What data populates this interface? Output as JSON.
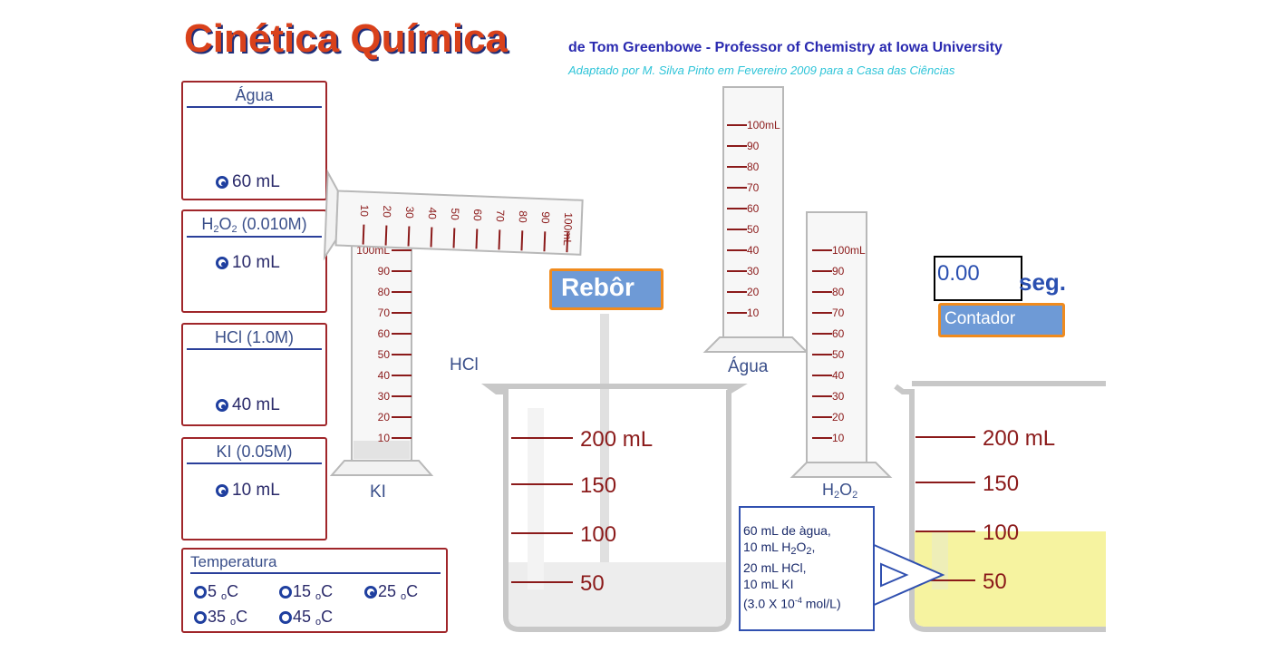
{
  "header": {
    "title": "Cinética Química",
    "author": "de Tom Greenbowe - Professor of Chemistry at Iowa University",
    "adapted": "Adaptado por M. Silva Pinto em Fevereiro 2009 para a Casa das Ciências"
  },
  "panels": {
    "agua": {
      "title": "Água",
      "option": "60 mL"
    },
    "h2o2": {
      "title_pre": "H",
      "title_sub1": "2",
      "title_mid": "O",
      "title_sub2": "2",
      "title_post": " (0.010M)",
      "option": "10 mL"
    },
    "hcl": {
      "title": "HCl (1.0M)",
      "option": "40 mL"
    },
    "ki": {
      "title": "KI (0.05M)",
      "option": "10 mL"
    },
    "temperatura": {
      "title": "Temperatura",
      "unit_o": "o",
      "unit_c": "C",
      "options": [
        "5",
        "15",
        "25",
        "35",
        "45"
      ],
      "selected": "25"
    }
  },
  "buttons": {
    "pour": "Rebôr",
    "counter": "Contador"
  },
  "timer": {
    "value": "0.00",
    "unit": "seg."
  },
  "cylinders": {
    "ki_label": "KI",
    "hcl_label": "HCl",
    "agua_label": "Água",
    "h2o2_pre": "H",
    "h2o2_sub1": "2",
    "h2o2_mid": "O",
    "h2o2_sub2": "2",
    "top_mark": "100mL",
    "marks": [
      "90",
      "80",
      "70",
      "60",
      "50",
      "40",
      "30",
      "20",
      "10"
    ],
    "tilted_marks": [
      "10",
      "20",
      "30",
      "40",
      "50",
      "60",
      "70",
      "80",
      "90",
      "100mL"
    ]
  },
  "beakers": {
    "marks": [
      "200 mL",
      "150",
      "100",
      "50"
    ]
  },
  "note": {
    "line1": "60 mL de àgua,",
    "line2_pre": "10 mL H",
    "line2_s1": "2",
    "line2_mid": "O",
    "line2_s2": "2",
    "line2_post": ",",
    "line3": " 20 mL HCl,",
    "line4": "10 mL KI",
    "line5_pre": "(3.0 X 10",
    "line5_sup": "-4",
    "line5_post": " mol/L)"
  },
  "colors": {
    "panel_border": "#a0262a",
    "title": "#d9411b",
    "button_fill": "#6e9ad6",
    "button_border": "#f08b1e",
    "solution": "#f6f3a0",
    "tick": "#8b1a1a"
  }
}
